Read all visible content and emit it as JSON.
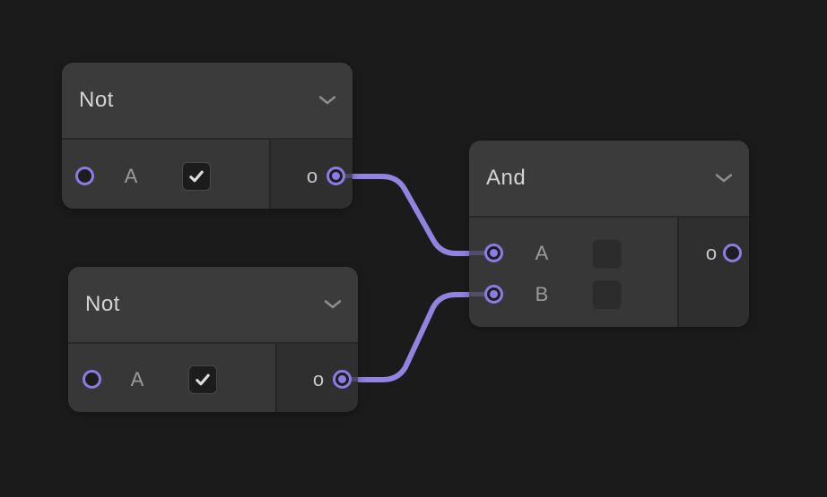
{
  "canvas": {
    "background_color": "#1b1b1b",
    "accent_color": "#8a7ce4",
    "wire_color": "#9184e0",
    "node_header_color": "#3b3b3b",
    "node_body_color": "#373737",
    "node_output_section_color": "#2f2f2f"
  },
  "nodes": [
    {
      "title": "Not",
      "inputs": [
        {
          "label": "A",
          "connected": false,
          "control": "checkbox",
          "checked": true
        }
      ],
      "outputs": [
        {
          "label": "o",
          "connected": true
        }
      ]
    },
    {
      "title": "Not",
      "inputs": [
        {
          "label": "A",
          "connected": false,
          "control": "checkbox",
          "checked": true
        }
      ],
      "outputs": [
        {
          "label": "o",
          "connected": true
        }
      ]
    },
    {
      "title": "And",
      "inputs": [
        {
          "label": "A",
          "connected": true,
          "control": "checkbox",
          "checked": false
        },
        {
          "label": "B",
          "connected": true,
          "control": "checkbox",
          "checked": false
        }
      ],
      "outputs": [
        {
          "label": "o",
          "connected": false
        }
      ]
    }
  ],
  "connections": [
    {
      "from": "not-1 output o",
      "to": "and input A"
    },
    {
      "from": "not-2 output o",
      "to": "and input B"
    }
  ]
}
